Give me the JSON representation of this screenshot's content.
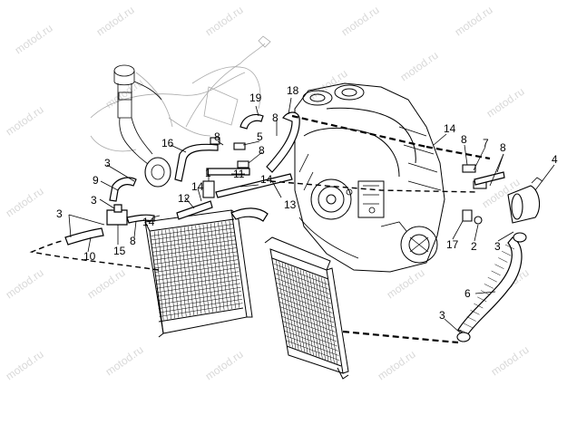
{
  "watermark": "motod.ru",
  "callouts": {
    "c1": "1",
    "c2": "2",
    "c3a": "3",
    "c3b": "3",
    "c3c": "3",
    "c3d": "3",
    "c3e": "3",
    "c4": "4",
    "c5": "5",
    "c6": "6",
    "c7": "7",
    "c8a": "8",
    "c8b": "8",
    "c8c": "8",
    "c8d": "8",
    "c8e": "8",
    "c8f": "8",
    "c9": "9",
    "c10": "10",
    "c11": "11",
    "c12": "12",
    "c13": "13",
    "c14a": "14",
    "c14b": "14",
    "c14c": "14",
    "c14d": "14",
    "c15": "15",
    "c16": "16",
    "c17": "17",
    "c18": "18",
    "c19": "19"
  }
}
